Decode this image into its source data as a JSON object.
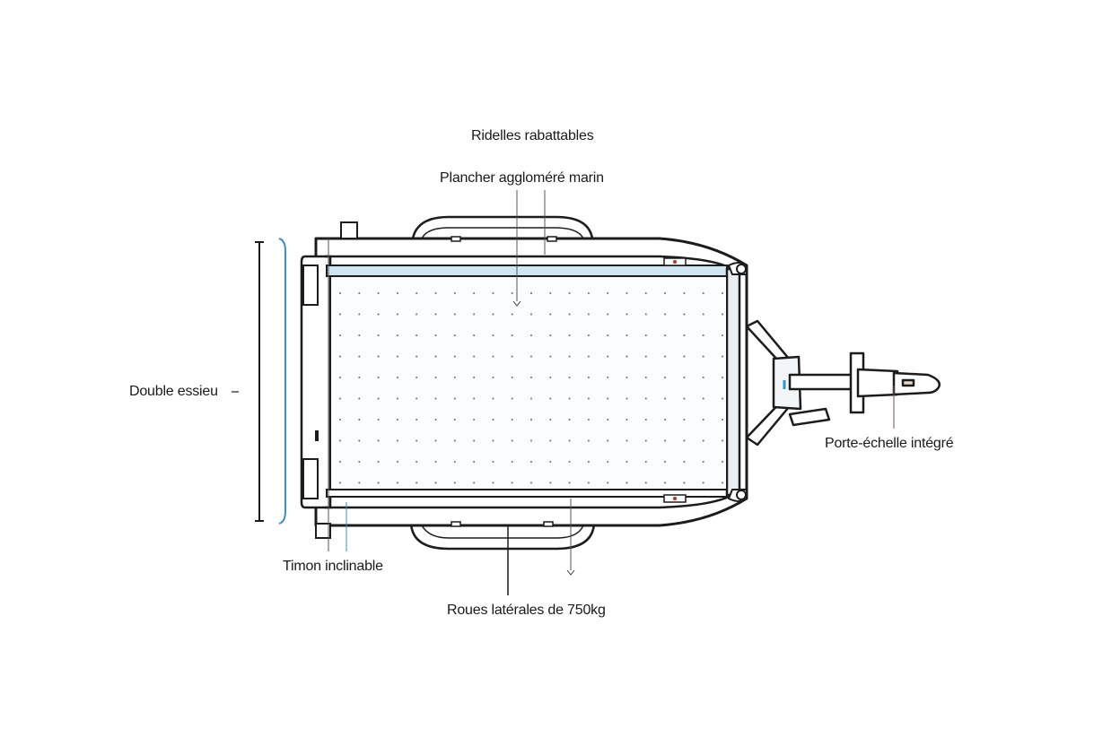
{
  "labels": {
    "ridelles": "Ridelles rabattables",
    "plancher": "Plancher aggloméré marin",
    "double_essieu": "Double essieu",
    "porte_echelle": "Porte-échelle intégré",
    "timon": "Timon inclinable",
    "roues": "Roues latérales de 750kg"
  },
  "colors": {
    "outline": "#1c1c1c",
    "accent": "#3b8fc4",
    "floor": "#fbfcfd",
    "dots": "#6a6a6a"
  }
}
